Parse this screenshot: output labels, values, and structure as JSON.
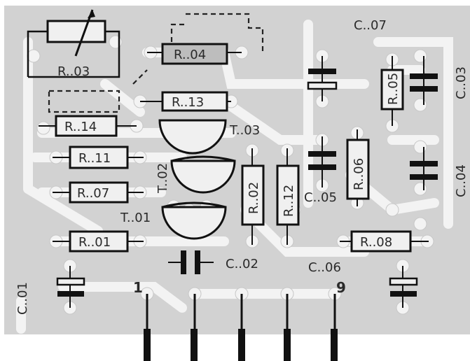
{
  "resistors": {
    "r03": "R..03",
    "r04": "R..04",
    "r13": "R..13",
    "r14": "R..14",
    "r11": "R..11",
    "r07": "R..07",
    "r01": "R..01",
    "r02": "R..02",
    "r12": "R..12",
    "r05": "R..05",
    "r06": "R..06",
    "r08": "R..08"
  },
  "capacitors": {
    "c01": "C..01",
    "c02": "C..02",
    "c03": "C..03",
    "c04": "C..04",
    "c05": "C..05",
    "c06": "C..06",
    "c07": "C..07"
  },
  "transistors": {
    "t01": "T..01",
    "t02": "T..02",
    "t03": "T..03"
  },
  "pins": {
    "first": "1",
    "last": "9"
  },
  "colors": {
    "board": "#d3d3d3",
    "traces": "#f2f2f2",
    "ink": "#1a1a1a"
  }
}
